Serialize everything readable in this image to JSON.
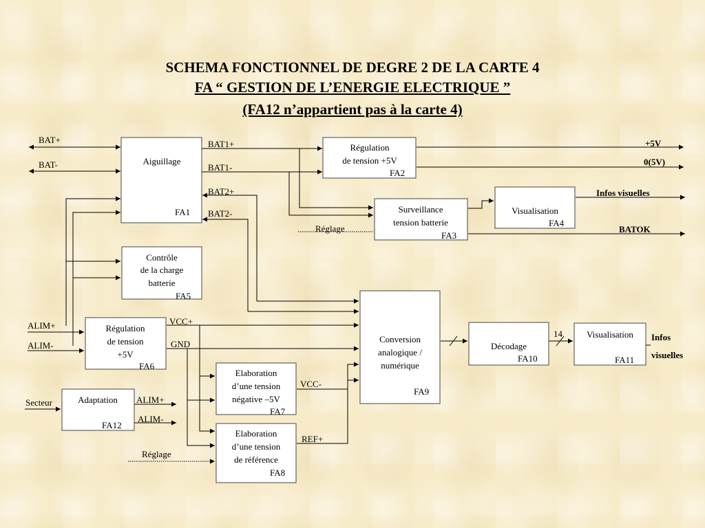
{
  "title": {
    "line1": "SCHEMA FONCTIONNEL DE DEGRE 2 DE LA CARTE 4",
    "line2": "FA “ GESTION DE L’ENERGIE ELECTRIQUE ”",
    "line3": "(FA12 n’appartient pas à la carte 4)"
  },
  "blocks": {
    "fa1": {
      "lines": [
        "Aiguillage"
      ],
      "code": "FA1"
    },
    "fa2": {
      "lines": [
        "Régulation",
        "de tension +5V"
      ],
      "code": "FA2"
    },
    "fa3": {
      "lines": [
        "Surveillance",
        "tension batterie"
      ],
      "code": "FA3"
    },
    "fa4": {
      "lines": [
        "Visualisation"
      ],
      "code": "FA4"
    },
    "fa5": {
      "lines": [
        "Contrôle",
        "de la  charge",
        "batterie"
      ],
      "code": "FA5"
    },
    "fa6": {
      "lines": [
        "Régulation",
        "de tension",
        "+5V"
      ],
      "code": "FA6"
    },
    "fa7": {
      "lines": [
        "Elaboration",
        "d’une tension",
        "négative –5V"
      ],
      "code": "FA7"
    },
    "fa8": {
      "lines": [
        "Elaboration",
        "d’une tension",
        "de référence"
      ],
      "code": "FA8"
    },
    "fa9": {
      "lines": [
        "Conversion",
        "analogique /",
        "numérique"
      ],
      "code": "FA9"
    },
    "fa10": {
      "lines": [
        "Décodage"
      ],
      "code": "FA10"
    },
    "fa11": {
      "lines": [
        "Visualisation"
      ],
      "code": "FA11"
    },
    "fa12": {
      "lines": [
        "Adaptation"
      ],
      "code": "FA12"
    }
  },
  "signals": {
    "bat_plus": "BAT+",
    "bat_minus": "BAT-",
    "bat1_plus": "BAT1+",
    "bat1_minus": "BAT1-",
    "bat2_plus": "BAT2+",
    "bat2_minus": "BAT2-",
    "out_5v": "+5V",
    "out_0v": "0(5V)",
    "infos_visuelles": "Infos visuelles",
    "batok": "BATOK",
    "reglage_fa3": "Réglage",
    "reglage_fa8": "Réglage",
    "alim_plus_in": "ALIM+",
    "alim_minus_in": "ALIM-",
    "vcc_plus": "VCC+",
    "gnd": "GND",
    "vcc_minus": "VCC-",
    "ref_plus": "REF+",
    "bus_width": "14",
    "infos_visuelles_fa11_1": "Infos",
    "infos_visuelles_fa11_2": "visuelles",
    "secteur": "Secteur",
    "alim_plus_out": "ALIM+",
    "alim_minus_out": "ALIM-"
  }
}
